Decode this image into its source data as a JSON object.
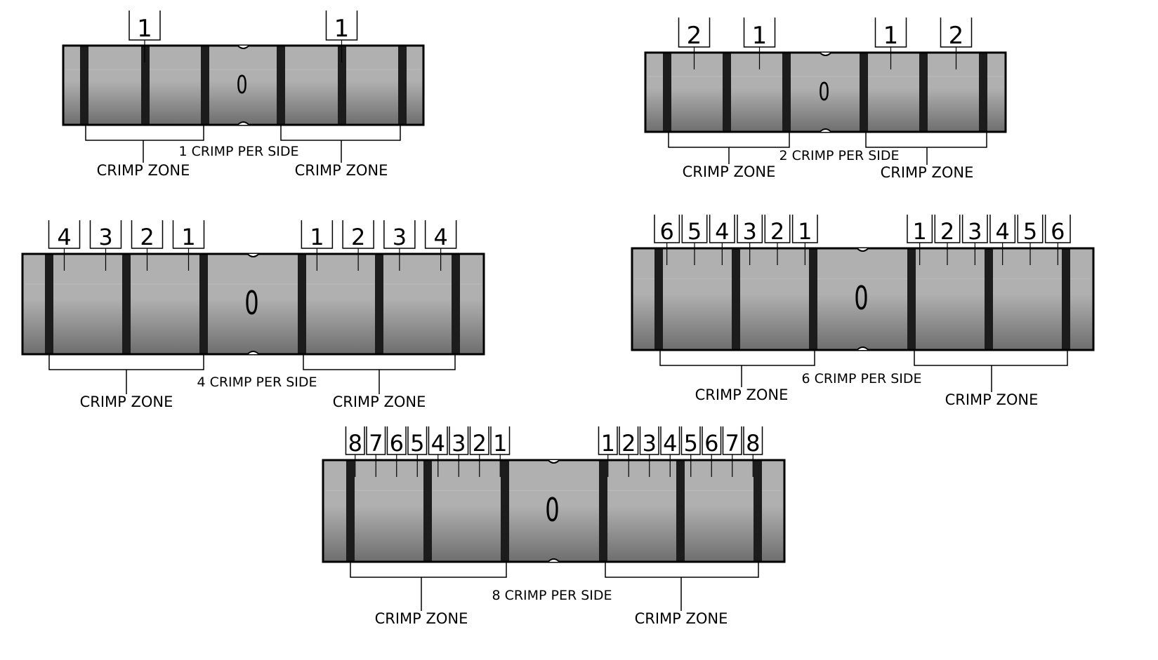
{
  "colors": {
    "body_dark": "#6e6e6e",
    "body_light": "#b0b0b0",
    "band": "#1c1c1c",
    "outline": "#000000",
    "background": "#ffffff"
  },
  "zone_label": "CRIMP ZONE",
  "center_mark": "0",
  "diagrams": [
    {
      "id": "d1",
      "caption": "1 CRIMP PER SIDE",
      "left_numbers": [
        "1"
      ],
      "right_numbers": [
        "1"
      ]
    },
    {
      "id": "d2",
      "caption": "2 CRIMP PER SIDE",
      "left_numbers": [
        "2",
        "1"
      ],
      "right_numbers": [
        "1",
        "2"
      ]
    },
    {
      "id": "d4",
      "caption": "4 CRIMP PER SIDE",
      "left_numbers": [
        "4",
        "3",
        "2",
        "1"
      ],
      "right_numbers": [
        "1",
        "2",
        "3",
        "4"
      ]
    },
    {
      "id": "d6",
      "caption": "6 CRIMP PER SIDE",
      "left_numbers": [
        "6",
        "5",
        "4",
        "3",
        "2",
        "1"
      ],
      "right_numbers": [
        "1",
        "2",
        "3",
        "4",
        "5",
        "6"
      ]
    },
    {
      "id": "d8",
      "caption": "8 CRIMP PER SIDE",
      "left_numbers": [
        "8",
        "7",
        "6",
        "5",
        "4",
        "3",
        "2",
        "1"
      ],
      "right_numbers": [
        "1",
        "2",
        "3",
        "4",
        "5",
        "6",
        "7",
        "8"
      ]
    }
  ]
}
